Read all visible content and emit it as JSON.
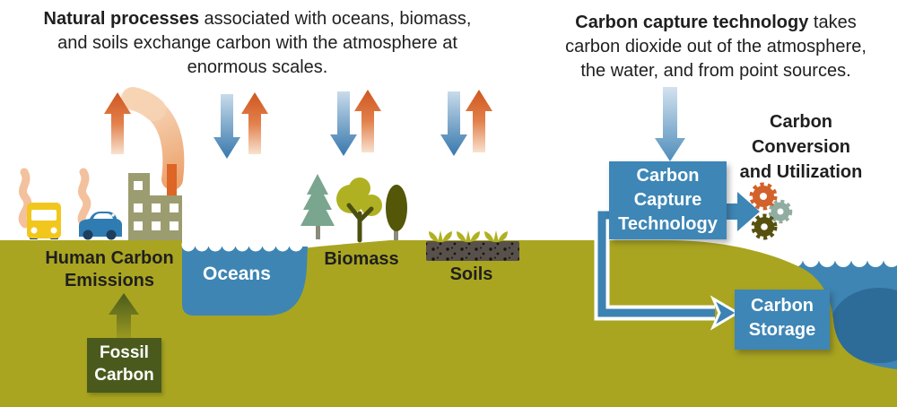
{
  "intro_left": {
    "bold": "Natural processes",
    "after_bold": " associated with oceans, biomass,",
    "line2": "and soils exchange carbon with the atmosphere at",
    "line3": "enormous scales."
  },
  "intro_right": {
    "bold": "Carbon capture technology",
    "after_bold": " takes",
    "line2": "carbon dioxide out of the atmosphere,",
    "line3": "the water, and from point sources."
  },
  "labels": {
    "human_carbon_emissions": "Human Carbon\nEmissions",
    "oceans": "Oceans",
    "biomass": "Biomass",
    "soils": "Soils",
    "carbon_conversion": "Carbon\nConversion\nand Utilization"
  },
  "boxes": {
    "fossil_carbon": "Fossil\nCarbon",
    "carbon_capture_technology": "Carbon\nCapture\nTechnology",
    "carbon_storage": "Carbon\nStorage"
  },
  "icons": {
    "factory": "factory-icon",
    "bus": "bus-icon",
    "car": "car-icon",
    "smoke": "smoke-plume-icon",
    "pine_tree": "pine-tree-icon",
    "deciduous_tree": "deciduous-tree-icon",
    "cypress_tree": "cypress-tree-icon",
    "soil_plants": "soil-plants-icon",
    "gears": "gears-icon",
    "up_arrow": "carbon-release-up-arrow",
    "down_arrow": "carbon-uptake-down-arrow"
  },
  "colors": {
    "ground": "#a9a521",
    "ocean": "#3e85b4",
    "deep_water": "#2d6c99",
    "box_blue": "#3d86b6",
    "pipe_blue": "#3c82b2",
    "dark_green": "#4a5a1c",
    "arrow_orange": "#cf5620",
    "arrow_blue": "#3878ad",
    "smoke": "#f0b286",
    "chimney": "#dd6526",
    "factory": "#9c9c71",
    "bus_yellow": "#f2c71d",
    "car_blue": "#2f7cb3",
    "wheel": "#1c3f5e",
    "pine": "#7aa58f",
    "tree_green": "#b0b122",
    "tree_dark": "#545608",
    "branch": "#4c4f12",
    "trunk": "#8b8b7d",
    "soil": "#58504a",
    "gear_orange": "#d2622a",
    "gear_sage": "#91aca0",
    "gear_olive": "#575110",
    "text": "#1f1f1f"
  }
}
